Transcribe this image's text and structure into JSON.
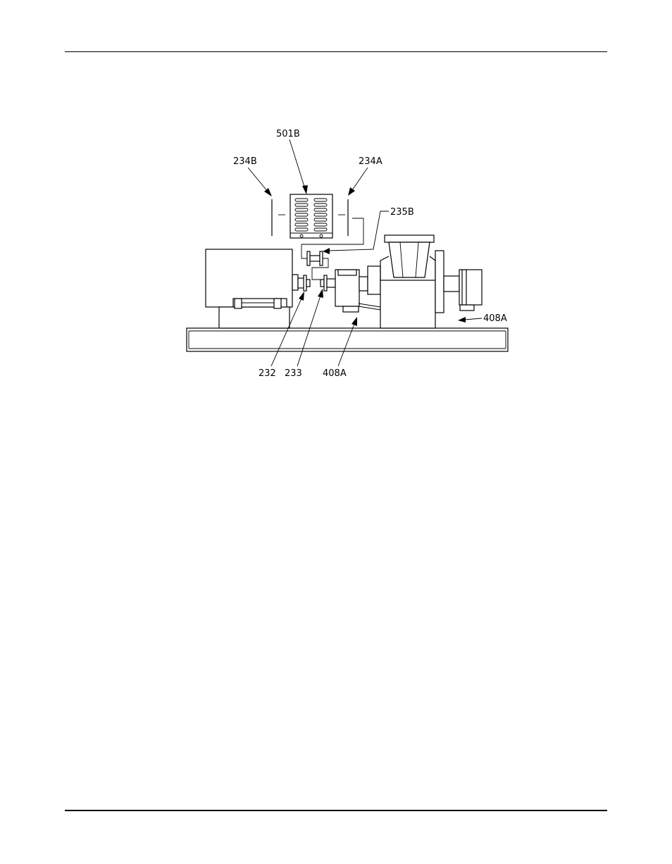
{
  "figure": {
    "callouts": {
      "c501b": "501B",
      "c234b": "234B",
      "c234a": "234A",
      "c235b": "235B",
      "c408a_right": "408A",
      "c232": "232",
      "c233": "233",
      "c408a_bottom": "408A"
    }
  }
}
